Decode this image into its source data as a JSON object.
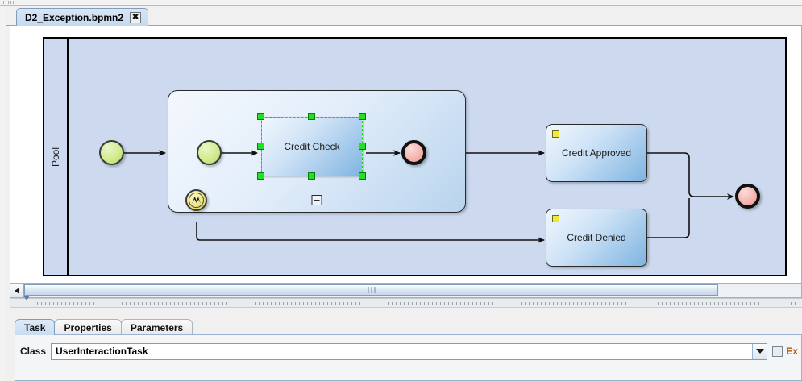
{
  "window": {
    "editor_tab": {
      "label": "D2_Exception.bpmn2",
      "close": "✖"
    }
  },
  "diagram": {
    "pool": {
      "label": "Pool"
    },
    "subprocess": {
      "collapse_marker": "minus-box-icon"
    },
    "nodes": [
      {
        "id": "start_event",
        "type": "start-event",
        "label": ""
      },
      {
        "id": "sub_start_event",
        "type": "start-event",
        "label": ""
      },
      {
        "id": "credit_check",
        "type": "task",
        "label": "Credit Check",
        "selected": true
      },
      {
        "id": "sub_end_event",
        "type": "end-event",
        "label": ""
      },
      {
        "id": "boundary_error",
        "type": "boundary-error-event",
        "label": ""
      },
      {
        "id": "credit_approved",
        "type": "task",
        "label": "Credit Approved"
      },
      {
        "id": "credit_denied",
        "type": "task",
        "label": "Credit Denied"
      },
      {
        "id": "end_event",
        "type": "end-event",
        "label": ""
      }
    ]
  },
  "scrollbar": {
    "left_arrow": "arrow-left-icon",
    "thumb_grip": "grip-icon"
  },
  "divider": {
    "collapse_up": "triangle-up-icon",
    "collapse_down": "triangle-down-icon"
  },
  "properties": {
    "tabs": [
      {
        "label": "Task",
        "active": true
      },
      {
        "label": "Properties",
        "active": false
      },
      {
        "label": "Parameters",
        "active": false
      }
    ],
    "class_field": {
      "label": "Class",
      "value": "UserInteractionTask",
      "dropdown": "chevron-down-icon"
    },
    "checkbox": {
      "label": "Ex",
      "checked": false
    }
  },
  "colors": {
    "pool_fill": "#ccd9ef",
    "task_accent": "#7fb4e0",
    "start_event": "#d2ec8e",
    "end_event": "#f4b3ae",
    "boundary_event": "#ece37e",
    "selection": "#22e022",
    "task_marker": "#f0e83c"
  }
}
